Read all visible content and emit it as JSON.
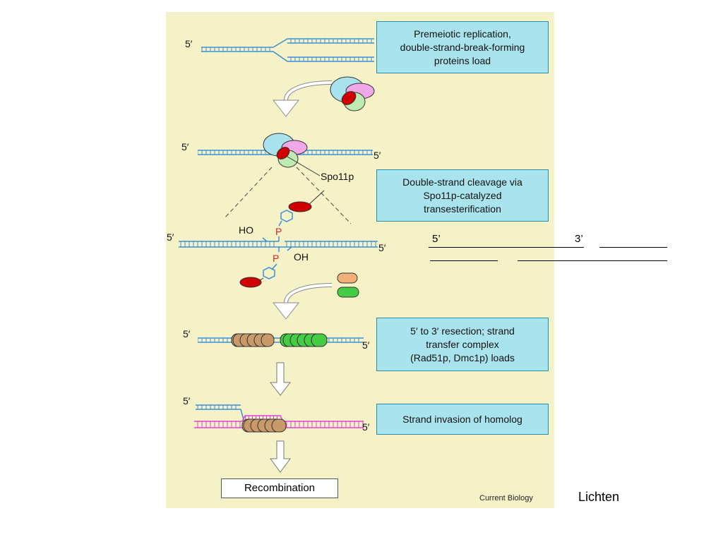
{
  "boxes": {
    "step1": "Premeiotic  replication,\ndouble-strand-break-forming\nproteins load",
    "step2": "Double-strand cleavage via\nSpo11p-catalyzed\ntransesterification",
    "step3": "5′ to 3′ resection; strand\ntransfer complex\n(Rad51p, Dmc1p) loads",
    "step4": "Strand invasion of homolog"
  },
  "labels": {
    "five_prime": "5′",
    "spo11p": "Spo11p",
    "ho": "HO",
    "oh": "OH",
    "p": "P"
  },
  "recombination": "Recombination",
  "credit": "Current Biology",
  "side": {
    "five_prime": "5’",
    "three_prime": "3’",
    "author": "Lichten"
  },
  "colors": {
    "panel": "#f6f2c8",
    "box": "#a9e4ee",
    "dna": "#3a8fd8",
    "homolog": "#e040d8",
    "spo11": "#d00000",
    "rad51": "#c89a6a",
    "dmc1": "#44cc44"
  }
}
